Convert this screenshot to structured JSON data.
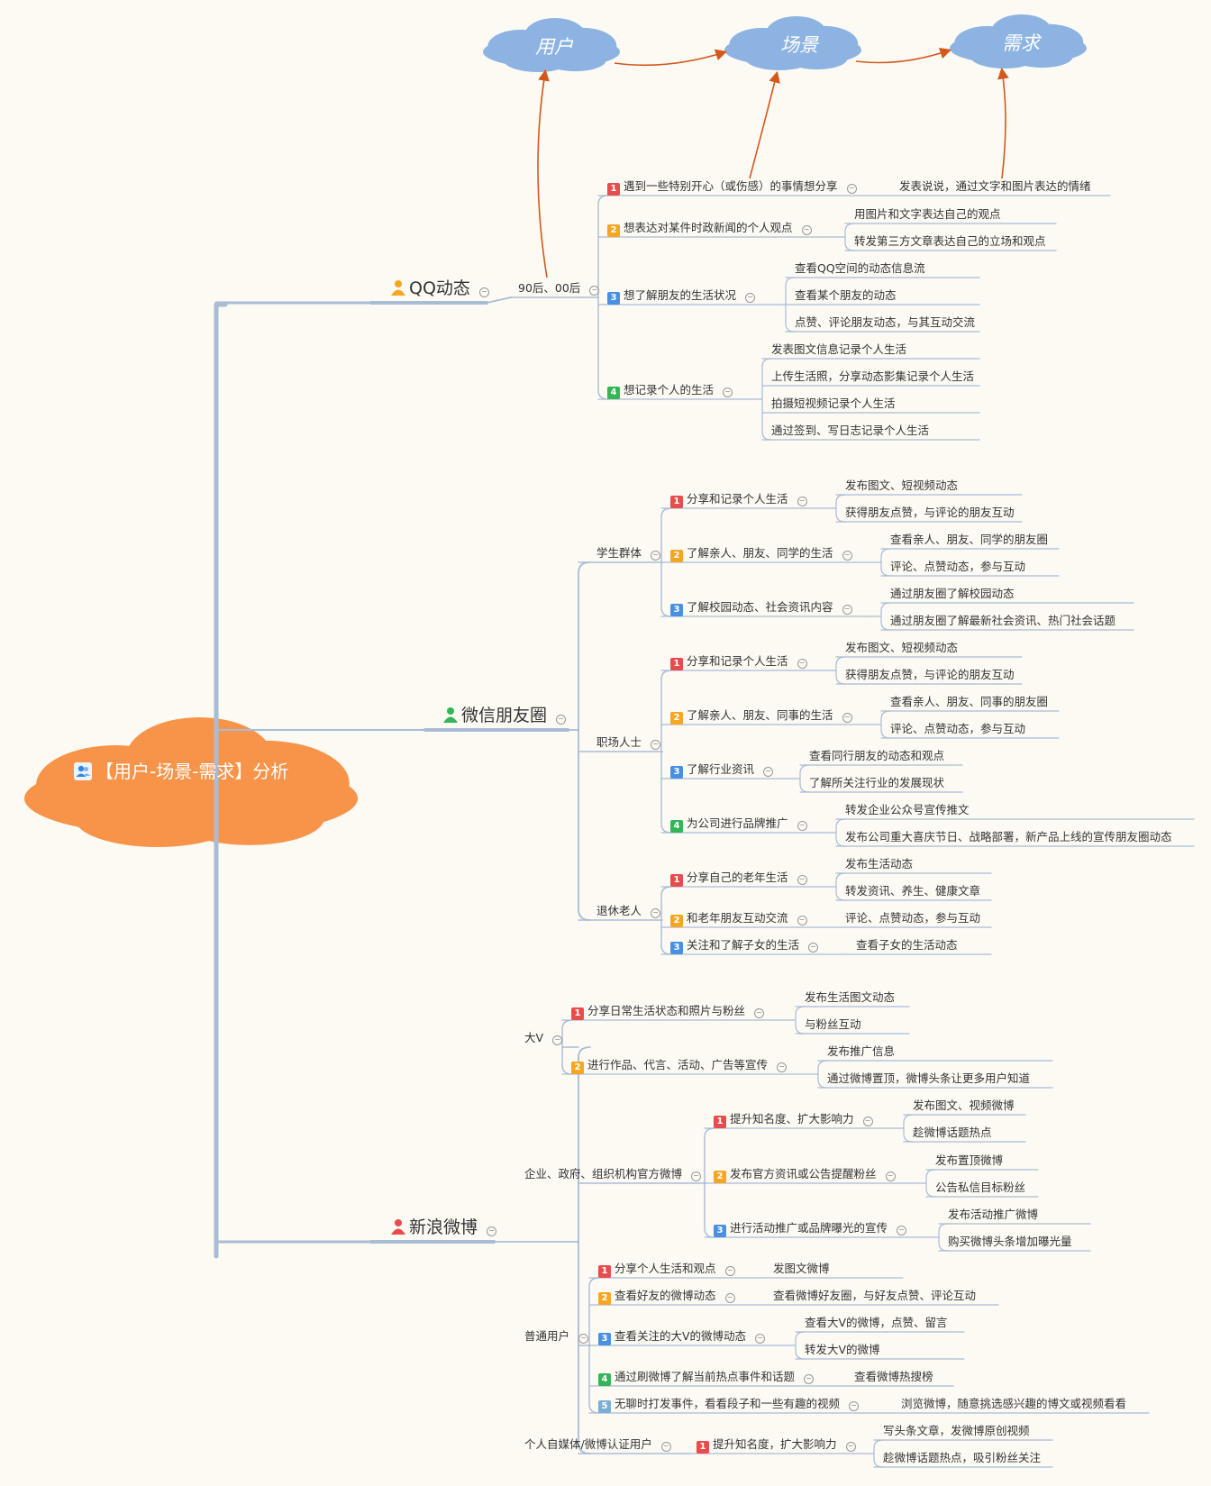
{
  "root": {
    "title": "【用户-场景-需求】分析",
    "icon": "users-icon"
  },
  "flow": {
    "nodes": [
      "用户",
      "场景",
      "需求"
    ]
  },
  "colors": {
    "tag1": "#e84c4c",
    "tag2": "#f5a623",
    "tag3": "#4a90e2",
    "tag4": "#35b557",
    "tag5": "#7aaed6",
    "line": "#a9bcd6",
    "root_cloud": "#f7944a",
    "flow_cloud": "#8db3e2",
    "arrow": "#d4581c"
  },
  "branches": [
    {
      "title": "QQ动态",
      "person_color": "#f5a623",
      "groups": [
        {
          "label": "90后、00后",
          "items": [
            {
              "num": "1",
              "text": "遇到一些特别开心（或伤感）的事情想分享",
              "children": [
                "发表说说，通过文字和图片表达的情绪"
              ]
            },
            {
              "num": "2",
              "text": "想表达对某件时政新闻的个人观点",
              "children": [
                "用图片和文字表达自己的观点",
                "转发第三方文章表达自己的立场和观点"
              ]
            },
            {
              "num": "3",
              "text": "想了解朋友的生活状况",
              "children": [
                "查看QQ空间的动态信息流",
                "查看某个朋友的动态",
                "点赞、评论朋友动态，与其互动交流"
              ]
            },
            {
              "num": "4",
              "text": "想记录个人的生活",
              "children": [
                "发表图文信息记录个人生活",
                "上传生活照，分享动态影集记录个人生活",
                "拍摄短视频记录个人生活",
                "通过签到、写日志记录个人生活"
              ]
            }
          ]
        }
      ]
    },
    {
      "title": "微信朋友圈",
      "person_color": "#35b557",
      "groups": [
        {
          "label": "学生群体",
          "items": [
            {
              "num": "1",
              "text": "分享和记录个人生活",
              "children": [
                "发布图文、短视频动态",
                "获得朋友点赞，与评论的朋友互动"
              ]
            },
            {
              "num": "2",
              "text": "了解亲人、朋友、同学的生活",
              "children": [
                "查看亲人、朋友、同学的朋友圈",
                "评论、点赞动态，参与互动"
              ]
            },
            {
              "num": "3",
              "text": "了解校园动态、社会资讯内容",
              "children": [
                "通过朋友圈了解校园动态",
                "通过朋友圈了解最新社会资讯、热门社会话题"
              ]
            }
          ]
        },
        {
          "label": "职场人士",
          "items": [
            {
              "num": "1",
              "text": "分享和记录个人生活",
              "children": [
                "发布图文、短视频动态",
                "获得朋友点赞，与评论的朋友互动"
              ]
            },
            {
              "num": "2",
              "text": "了解亲人、朋友、同事的生活",
              "children": [
                "查看亲人、朋友、同事的朋友圈",
                "评论、点赞动态，参与互动"
              ]
            },
            {
              "num": "3",
              "text": "了解行业资讯",
              "children": [
                "查看同行朋友的动态和观点",
                "了解所关注行业的发展现状"
              ]
            },
            {
              "num": "4",
              "text": "为公司进行品牌推广",
              "children": [
                "转发企业公众号宣传推文",
                "发布公司重大喜庆节日、战略部署，新产品上线的宣传朋友圈动态"
              ]
            }
          ]
        },
        {
          "label": "退休老人",
          "items": [
            {
              "num": "1",
              "text": "分享自己的老年生活",
              "children": [
                "发布生活动态",
                "转发资讯、养生、健康文章"
              ]
            },
            {
              "num": "2",
              "text": "和老年朋友互动交流",
              "children": [
                "评论、点赞动态，参与互动"
              ]
            },
            {
              "num": "3",
              "text": "关注和了解子女的生活",
              "children": [
                "查看子女的生活动态"
              ]
            }
          ]
        }
      ]
    },
    {
      "title": "新浪微博",
      "person_color": "#e84c4c",
      "groups": [
        {
          "label": "大V",
          "items": [
            {
              "num": "1",
              "text": "分享日常生活状态和照片与粉丝",
              "children": [
                "发布生活图文动态",
                "与粉丝互动"
              ]
            },
            {
              "num": "2",
              "text": "进行作品、代言、活动、广告等宣传",
              "children": [
                "发布推广信息",
                "通过微博置顶，微博头条让更多用户知道"
              ]
            }
          ]
        },
        {
          "label": "企业、政府、组织机构官方微博",
          "items": [
            {
              "num": "1",
              "text": "提升知名度、扩大影响力",
              "children": [
                "发布图文、视频微博",
                "趁微博话题热点"
              ]
            },
            {
              "num": "2",
              "text": "发布官方资讯或公告提醒粉丝",
              "children": [
                "发布置顶微博",
                "公告私信目标粉丝"
              ]
            },
            {
              "num": "3",
              "text": "进行活动推广或品牌曝光的宣传",
              "children": [
                "发布活动推广微博",
                "购买微博头条增加曝光量"
              ]
            }
          ]
        },
        {
          "label": "普通用户",
          "items": [
            {
              "num": "1",
              "text": "分享个人生活和观点",
              "children": [
                "发图文微博"
              ]
            },
            {
              "num": "2",
              "text": "查看好友的微博动态",
              "children": [
                "查看微博好友圈，与好友点赞、评论互动"
              ]
            },
            {
              "num": "3",
              "text": "查看关注的大V的微博动态",
              "children": [
                "查看大V的微博，点赞、留言",
                "转发大V的微博"
              ]
            },
            {
              "num": "4",
              "text": "通过刷微博了解当前热点事件和话题",
              "children": [
                "查看微博热搜榜"
              ]
            },
            {
              "num": "5",
              "text": "无聊时打发事件，看看段子和一些有趣的视频",
              "children": [
                "浏览微博，随意挑选感兴趣的博文或视频看看"
              ]
            }
          ]
        },
        {
          "label": "个人自媒体/微博认证用户",
          "items": [
            {
              "num": "1",
              "text": "提升知名度，扩大影响力",
              "children": [
                "写头条文章，发微博原创视频",
                "趁微博话题热点，吸引粉丝关注"
              ]
            }
          ]
        }
      ]
    }
  ]
}
